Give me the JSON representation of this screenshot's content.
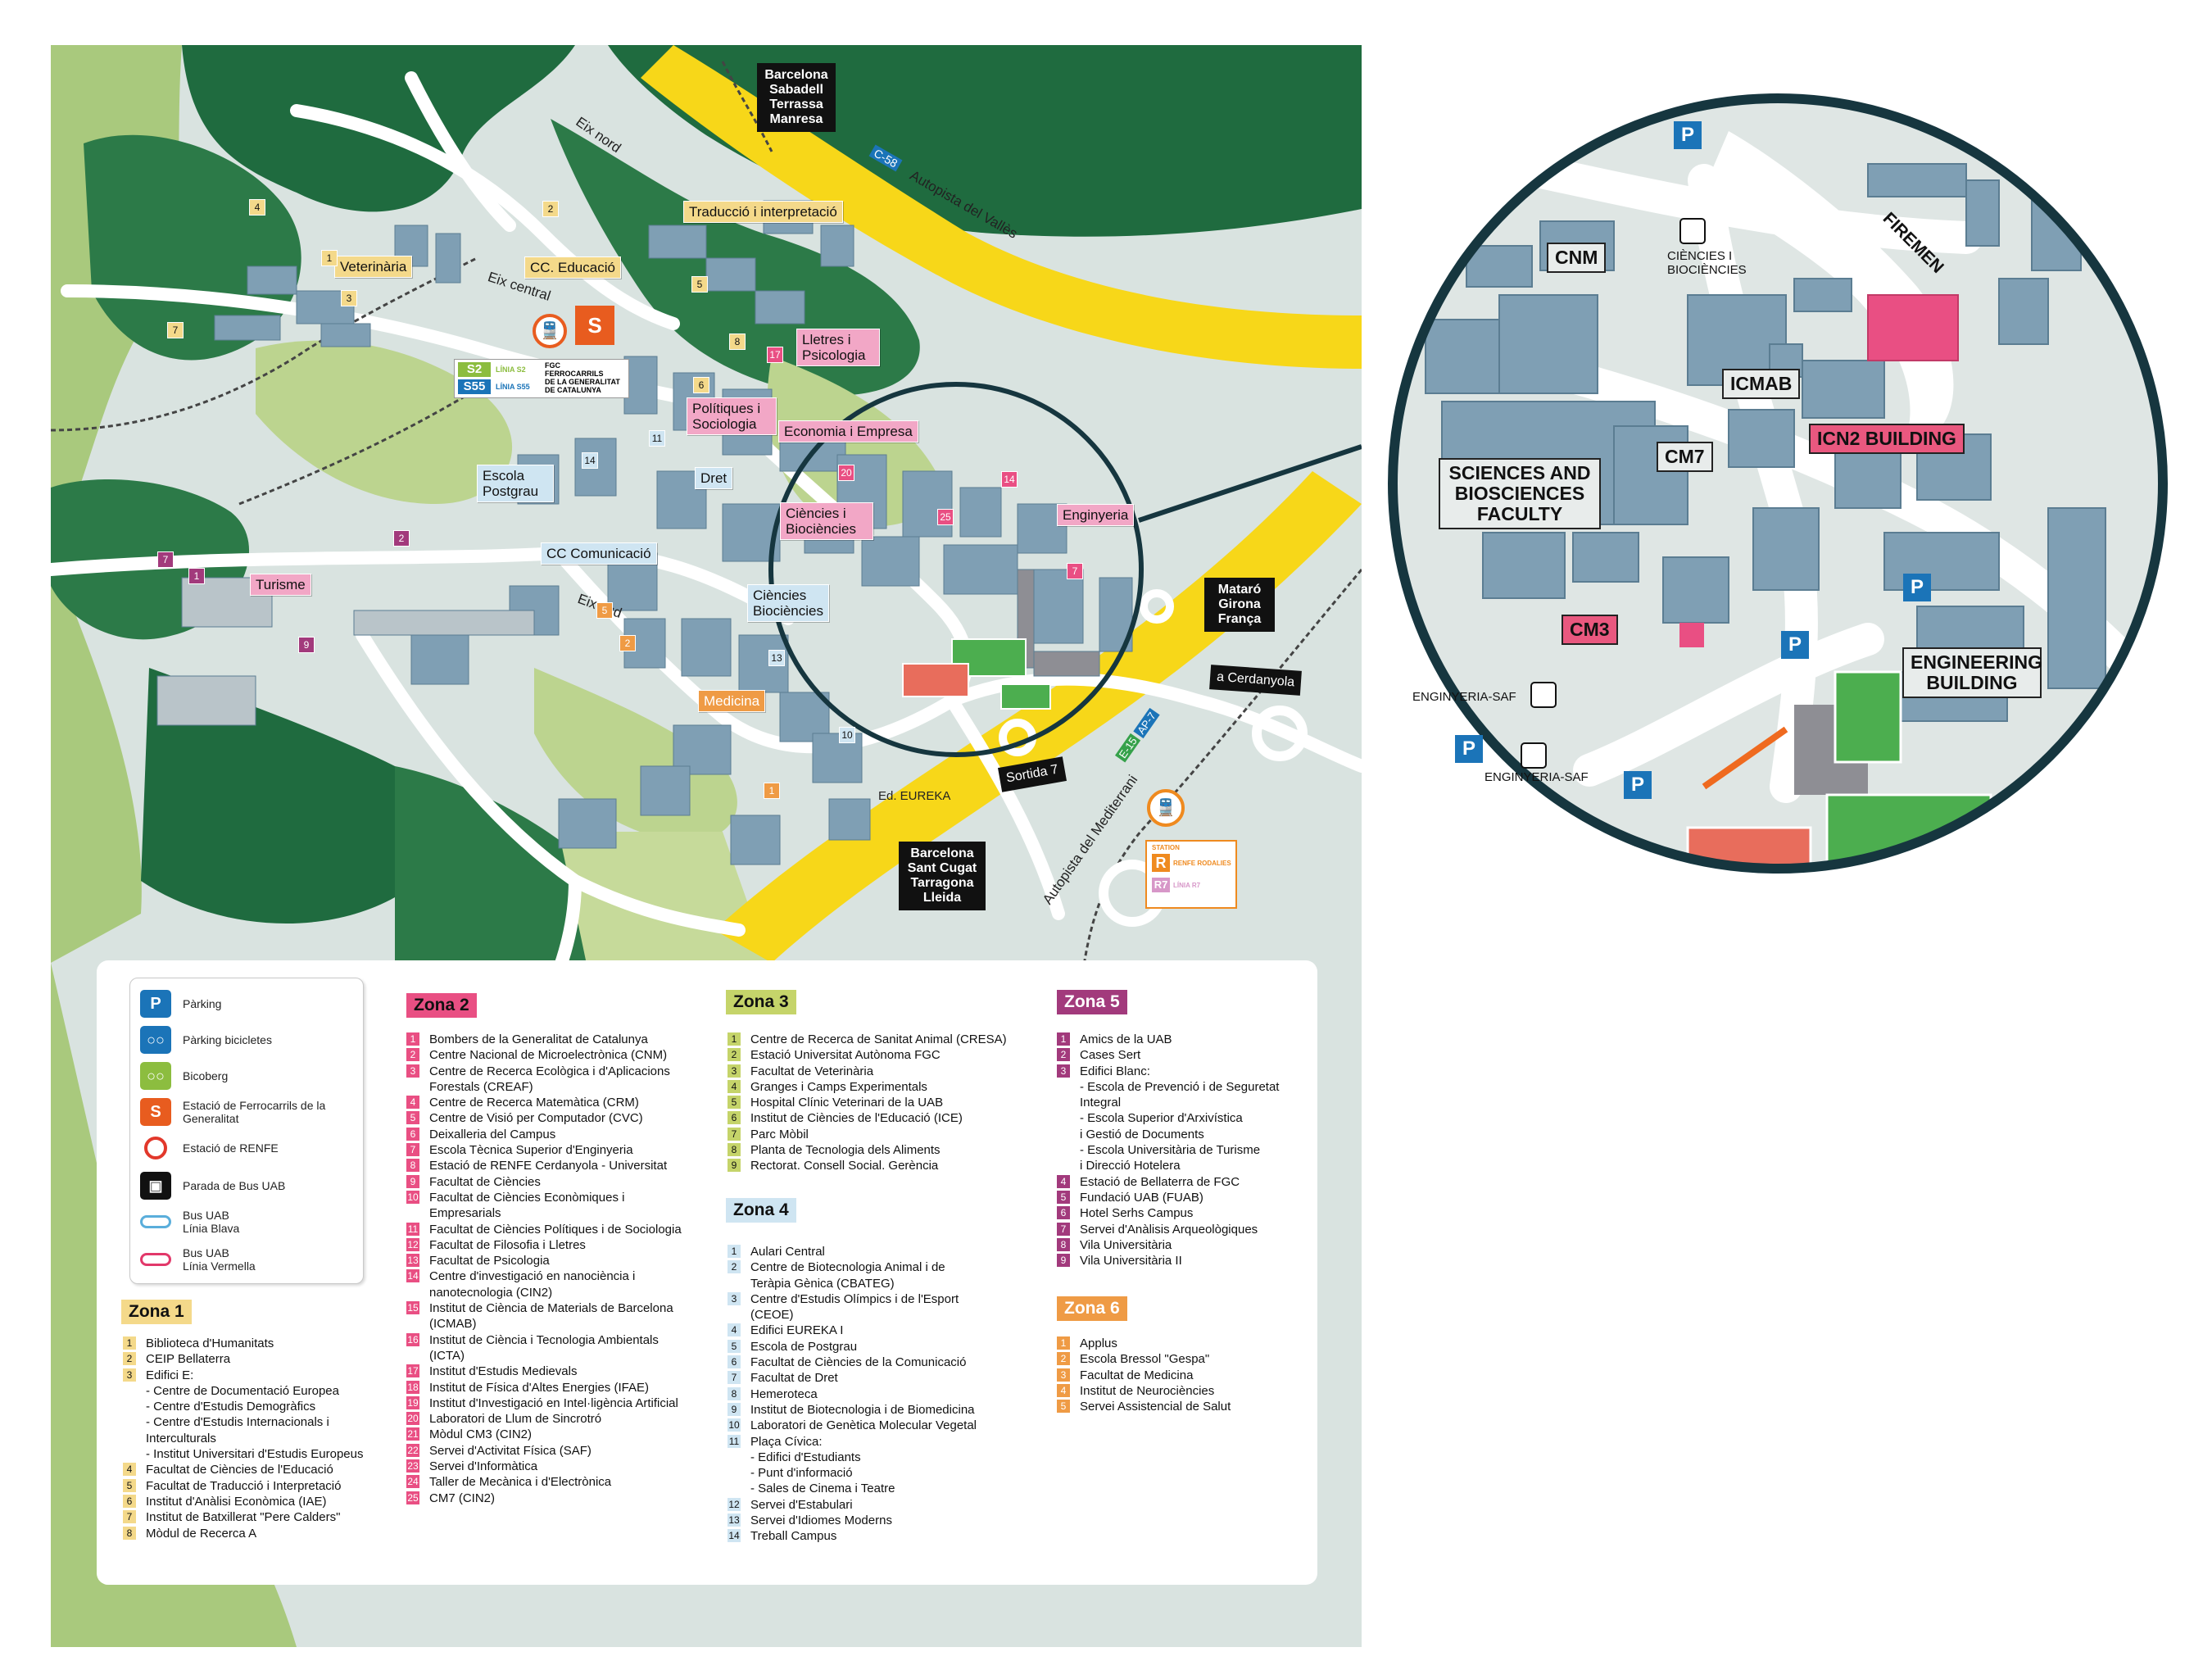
{
  "map": {
    "zone_labels": {
      "veterinaria": "Veterinària",
      "cc_educacio": "CC. Educació",
      "traduccio": "Traducció i interpretació",
      "lletres": "Lletres i Psicologia",
      "politiques": "Polítiques i Sociologia",
      "economia": "Economia i Empresa",
      "escola_postgrau": "Escola Postgrau",
      "dret": "Dret",
      "ciencies_biociencies": "Ciències i Biociències",
      "enginyeria": "Enginyeria",
      "cc_comunicacio": "CC Comunicació",
      "turisme": "Turisme",
      "ciencies_biociencies_blue": "Ciències Biociències",
      "medicina": "Medicina",
      "ed_eureka": "Ed. EUREKA"
    },
    "roads": {
      "eix_nord": "Eix nord",
      "eix_central": "Eix central",
      "eix_sud": "Eix sud",
      "c58": "C-58",
      "autopista_valles": "Autopista del Vallès",
      "autopista_mediterrani": "Autopista del Mediterrani",
      "e15": "E-15",
      "ap7": "AP-7",
      "sortida7": "Sortida 7",
      "a_cerdanyola": "a Cerdanyola"
    },
    "destinations": {
      "north": [
        "Barcelona",
        "Sabadell",
        "Terrassa",
        "Manresa"
      ],
      "east": [
        "Mataró",
        "Girona",
        "França"
      ],
      "south": [
        "Barcelona",
        "Sant Cugat",
        "Tarragona",
        "Lleida"
      ]
    },
    "fgc": {
      "s2": "S2",
      "s2_line": "LÍNIA S2",
      "s55": "S55",
      "s55_line": "LÍNIA S55",
      "name_1": "FGC",
      "name_2": "FERROCARRILS",
      "name_3": "DE LA GENERALITAT",
      "name_4": "DE CATALUNYA"
    },
    "renfe": {
      "station": "STATION",
      "r": "R",
      "rodalies": "RENFE RODALIES",
      "r7": "R7",
      "r7_line": "LÍNIA R7"
    }
  },
  "legend": {
    "key": [
      {
        "icon": "P",
        "label": "Pàrking"
      },
      {
        "icon": "bike",
        "label": "Pàrking bicicletes"
      },
      {
        "icon": "bike",
        "label": "Bicoberg"
      },
      {
        "icon": "fgc",
        "label": "Estació de Ferrocarrils de la Generalitat"
      },
      {
        "icon": "renfe",
        "label": "Estació de RENFE"
      },
      {
        "icon": "bus",
        "label": "Parada de Bus UAB"
      },
      {
        "icon": "blue-line",
        "label": "Bus UAB Línia Blava"
      },
      {
        "icon": "red-line",
        "label": "Bus UAB Línia Vermella"
      }
    ],
    "zona1": {
      "title": "Zona 1",
      "items": [
        {
          "n": "1",
          "t": "Biblioteca d'Humanitats"
        },
        {
          "n": "2",
          "t": "CEIP Bellaterra"
        },
        {
          "n": "3",
          "t": "Edifici E:"
        },
        {
          "n": "",
          "t": "- Centre de Documentació Europea"
        },
        {
          "n": "",
          "t": "- Centre d'Estudis Demogràfics"
        },
        {
          "n": "",
          "t": "- Centre d'Estudis Internacionals i"
        },
        {
          "n": "",
          "t": "  Interculturals"
        },
        {
          "n": "",
          "t": "- Institut Universitari d'Estudis Europeus"
        },
        {
          "n": "4",
          "t": "Facultat de Ciències de l'Educació"
        },
        {
          "n": "5",
          "t": "Facultat de Traducció i Interpretació"
        },
        {
          "n": "6",
          "t": "Institut d'Anàlisi Econòmica (IAE)"
        },
        {
          "n": "7",
          "t": "Institut de Batxillerat \"Pere Calders\""
        },
        {
          "n": "8",
          "t": "Mòdul de Recerca A"
        }
      ]
    },
    "zona2": {
      "title": "Zona 2",
      "items": [
        {
          "n": "1",
          "t": "Bombers de la Generalitat de Catalunya"
        },
        {
          "n": "2",
          "t": "Centre Nacional de Microelectrònica (CNM)"
        },
        {
          "n": "3",
          "t": "Centre de Recerca Ecològica i d'Aplicacions"
        },
        {
          "n": "",
          "t": "Forestals (CREAF)"
        },
        {
          "n": "4",
          "t": "Centre de Recerca Matemàtica (CRM)"
        },
        {
          "n": "5",
          "t": "Centre de Visió per Computador (CVC)"
        },
        {
          "n": "6",
          "t": "Deixalleria del Campus"
        },
        {
          "n": "7",
          "t": "Escola Tècnica Superior d'Enginyeria"
        },
        {
          "n": "8",
          "t": "Estació de RENFE Cerdanyola - Universitat"
        },
        {
          "n": "9",
          "t": "Facultat de Ciències"
        },
        {
          "n": "10",
          "t": "Facultat de Ciències Econòmiques i"
        },
        {
          "n": "",
          "t": "Empresarials"
        },
        {
          "n": "11",
          "t": "Facultat de Ciències Polítiques i de Sociologia"
        },
        {
          "n": "12",
          "t": "Facultat de Filosofia i Lletres"
        },
        {
          "n": "13",
          "t": "Facultat de Psicologia"
        },
        {
          "n": "14",
          "t": "Centre d'investigació en nanociència i"
        },
        {
          "n": "",
          "t": "nanotecnologia (CIN2)"
        },
        {
          "n": "15",
          "t": "Institut de Ciència de Materials de Barcelona"
        },
        {
          "n": "",
          "t": "(ICMAB)"
        },
        {
          "n": "16",
          "t": "Institut de Ciència i Tecnologia Ambientals"
        },
        {
          "n": "",
          "t": "(ICTA)"
        },
        {
          "n": "17",
          "t": "Institut d'Estudis Medievals"
        },
        {
          "n": "18",
          "t": "Institut de Física d'Altes Energies (IFAE)"
        },
        {
          "n": "19",
          "t": "Institut d'Investigació en Intel·ligència Artificial"
        },
        {
          "n": "20",
          "t": "Laboratori de Llum de Sincrotró"
        },
        {
          "n": "21",
          "t": "Mòdul CM3 (CIN2)"
        },
        {
          "n": "22",
          "t": "Servei d'Activitat Física (SAF)"
        },
        {
          "n": "23",
          "t": "Servei d'Informàtica"
        },
        {
          "n": "24",
          "t": "Taller de Mecànica i d'Electrònica"
        },
        {
          "n": "25",
          "t": "CM7 (CIN2)"
        }
      ]
    },
    "zona3": {
      "title": "Zona 3",
      "items": [
        {
          "n": "1",
          "t": "Centre de Recerca de Sanitat Animal (CRESA)"
        },
        {
          "n": "2",
          "t": "Estació Universitat Autònoma FGC"
        },
        {
          "n": "3",
          "t": "Facultat de Veterinària"
        },
        {
          "n": "4",
          "t": "Granges i Camps Experimentals"
        },
        {
          "n": "5",
          "t": "Hospital Clínic Veterinari de la UAB"
        },
        {
          "n": "6",
          "t": "Institut de Ciències de l'Educació (ICE)"
        },
        {
          "n": "7",
          "t": "Parc Mòbil"
        },
        {
          "n": "8",
          "t": "Planta de Tecnologia dels Aliments"
        },
        {
          "n": "9",
          "t": "Rectorat. Consell Social. Gerència"
        }
      ]
    },
    "zona4": {
      "title": "Zona 4",
      "items": [
        {
          "n": "1",
          "t": "Aulari Central"
        },
        {
          "n": "2",
          "t": "Centre de Biotecnologia Animal i de"
        },
        {
          "n": "",
          "t": "Teràpia Gènica (CBATEG)"
        },
        {
          "n": "3",
          "t": "Centre d'Estudis Olímpics i de l'Esport"
        },
        {
          "n": "",
          "t": "(CEOE)"
        },
        {
          "n": "4",
          "t": "Edifici EUREKA I"
        },
        {
          "n": "5",
          "t": "Escola de Postgrau"
        },
        {
          "n": "6",
          "t": "Facultat de Ciències de la Comunicació"
        },
        {
          "n": "7",
          "t": "Facultat de Dret"
        },
        {
          "n": "8",
          "t": "Hemeroteca"
        },
        {
          "n": "9",
          "t": "Institut de Biotecnologia i de Biomedicina"
        },
        {
          "n": "10",
          "t": "Laboratori de Genètica Molecular Vegetal"
        },
        {
          "n": "11",
          "t": "Plaça Cívica:"
        },
        {
          "n": "",
          "t": "- Edifici d'Estudiants"
        },
        {
          "n": "",
          "t": "- Punt d'informació"
        },
        {
          "n": "",
          "t": "- Sales de Cinema i Teatre"
        },
        {
          "n": "12",
          "t": "Servei d'Estabulari"
        },
        {
          "n": "13",
          "t": "Servei d'Idiomes Moderns"
        },
        {
          "n": "14",
          "t": "Treball Campus"
        }
      ]
    },
    "zona5": {
      "title": "Zona 5",
      "items": [
        {
          "n": "1",
          "t": "Amics de la UAB"
        },
        {
          "n": "2",
          "t": "Cases Sert"
        },
        {
          "n": "3",
          "t": "Edifici Blanc:"
        },
        {
          "n": "",
          "t": "- Escola de Prevenció i de Seguretat"
        },
        {
          "n": "",
          "t": "  Integral"
        },
        {
          "n": "",
          "t": "- Escola Superior d'Arxivística"
        },
        {
          "n": "",
          "t": "  i Gestió de Documents"
        },
        {
          "n": "",
          "t": "- Escola Universitària de Turisme"
        },
        {
          "n": "",
          "t": "  i Direcció Hotelera"
        },
        {
          "n": "4",
          "t": "Estació de Bellaterra de FGC"
        },
        {
          "n": "5",
          "t": "Fundació UAB (FUAB)"
        },
        {
          "n": "6",
          "t": "Hotel Serhs Campus"
        },
        {
          "n": "7",
          "t": "Servei d'Anàlisis Arqueològiques"
        },
        {
          "n": "8",
          "t": "Vila Universitària"
        },
        {
          "n": "9",
          "t": "Vila Universitària II"
        }
      ]
    },
    "zona6": {
      "title": "Zona 6",
      "items": [
        {
          "n": "1",
          "t": "Applus"
        },
        {
          "n": "2",
          "t": "Escola Bressol \"Gespa\""
        },
        {
          "n": "3",
          "t": "Facultat de Medicina"
        },
        {
          "n": "4",
          "t": "Institut de Neurociències"
        },
        {
          "n": "5",
          "t": "Servei Assistencial de Salut"
        }
      ]
    }
  },
  "inset": {
    "cnm": "CNM",
    "ciencies_stop": "CIÈNCIES I BIOCIÈNCIES",
    "firemen": "FIREMEN",
    "icmab": "ICMAB",
    "cm7": "CM7",
    "icn2": "ICN2 BUILDING",
    "sciences": "SCIENCES AND BIOSCIENCES FACULTY",
    "cm3": "CM3",
    "engineering": "ENGINEERING BUILDING",
    "saf1": "ENGINYERIA-SAF",
    "saf2": "ENGINYERIA-SAF",
    "p": "P"
  },
  "colors": {
    "forest": "#1f6b3f",
    "grass": "#a9c97d",
    "motorway": "#f7d719",
    "zona1": "#f4d98a",
    "zona2": "#e94f83",
    "zona3": "#c5d46a",
    "zona4": "#cfe5f2",
    "zona5": "#a23a7c",
    "zona6": "#ef9b45",
    "inset_ring": "#16363f"
  }
}
